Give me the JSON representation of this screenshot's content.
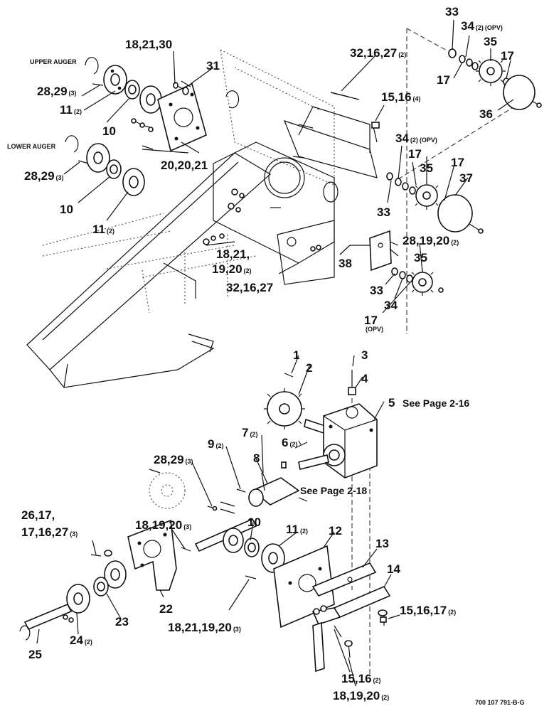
{
  "diagram": {
    "captions": {
      "upper_auger": "UPPER AUGER",
      "lower_auger": "LOWER AUGER"
    },
    "notes": {
      "see_page_2_16": "See Page 2-16",
      "see_page_2_18": "See Page 2-18",
      "drawing_number": "700 107 791-B-G"
    },
    "labels": [
      {
        "id": "l33top",
        "text": "33"
      },
      {
        "id": "l34top",
        "text": "34",
        "qty": "(2)",
        "suffix": "(OPV)"
      },
      {
        "id": "l35top",
        "text": "35"
      },
      {
        "id": "l17a",
        "text": "17"
      },
      {
        "id": "l17b",
        "text": "17"
      },
      {
        "id": "l36",
        "text": "36"
      },
      {
        "id": "l32a",
        "text": "32,16,27",
        "qty": "(2)"
      },
      {
        "id": "l15a",
        "text": "15,16",
        "qty": "(4)"
      },
      {
        "id": "l18a",
        "text": "18,21,30"
      },
      {
        "id": "l31",
        "text": "31"
      },
      {
        "id": "l28a",
        "text": "28,29",
        "qty": "(3)"
      },
      {
        "id": "l11a",
        "text": "11",
        "qty": "(2)"
      },
      {
        "id": "l10a",
        "text": "10"
      },
      {
        "id": "l20a",
        "text": "20,20,21"
      },
      {
        "id": "l28b",
        "text": "28,29",
        "qty": "(3)"
      },
      {
        "id": "l10b",
        "text": "10"
      },
      {
        "id": "l11b",
        "text": "11",
        "qty": "(2)"
      },
      {
        "id": "l34mid",
        "text": "34",
        "qty": "(2)",
        "suffix": "(OPV)"
      },
      {
        "id": "l17c",
        "text": "17"
      },
      {
        "id": "l35mid",
        "text": "35"
      },
      {
        "id": "l17d",
        "text": "17"
      },
      {
        "id": "l37",
        "text": "37"
      },
      {
        "id": "l33mid",
        "text": "33"
      },
      {
        "id": "l28c",
        "text": "28,19,20",
        "qty": "(2)"
      },
      {
        "id": "l18b1",
        "text": "18,21,"
      },
      {
        "id": "l18b2",
        "text": "19,20",
        "qty": "(2)"
      },
      {
        "id": "l38",
        "text": "38"
      },
      {
        "id": "l35low",
        "text": "35"
      },
      {
        "id": "l32b",
        "text": "32,16,27"
      },
      {
        "id": "l33low",
        "text": "33"
      },
      {
        "id": "l34low",
        "text": "34"
      },
      {
        "id": "l17e",
        "text": "17",
        "suffix": "(OPV)"
      },
      {
        "id": "l1",
        "text": "1"
      },
      {
        "id": "l2",
        "text": "2"
      },
      {
        "id": "l3",
        "text": "3"
      },
      {
        "id": "l4",
        "text": "4"
      },
      {
        "id": "l5",
        "text": "5"
      },
      {
        "id": "l7",
        "text": "7",
        "qty": "(2)"
      },
      {
        "id": "l6",
        "text": "6",
        "qty": "(2)"
      },
      {
        "id": "l9",
        "text": "9",
        "qty": "(2)"
      },
      {
        "id": "l8",
        "text": "8"
      },
      {
        "id": "l28d",
        "text": "28,29",
        "qty": "(3)"
      },
      {
        "id": "l26a",
        "text": "26,17,"
      },
      {
        "id": "l26b",
        "text": "17,16,27",
        "qty": "(3)"
      },
      {
        "id": "l18c",
        "text": "18,19,20",
        "qty": "(3)"
      },
      {
        "id": "l10c",
        "text": "10"
      },
      {
        "id": "l11c",
        "text": "11",
        "qty": "(2)"
      },
      {
        "id": "l12",
        "text": "12"
      },
      {
        "id": "l13",
        "text": "13"
      },
      {
        "id": "l14",
        "text": "14"
      },
      {
        "id": "l15b",
        "text": "15,16,17",
        "qty": "(2)"
      },
      {
        "id": "l22",
        "text": "22"
      },
      {
        "id": "l23",
        "text": "23"
      },
      {
        "id": "l18d",
        "text": "18,21,19,20",
        "qty": "(3)"
      },
      {
        "id": "l24",
        "text": "24",
        "qty": "(2)"
      },
      {
        "id": "l25",
        "text": "25"
      },
      {
        "id": "l15c",
        "text": "15,16",
        "qty": "(2)"
      },
      {
        "id": "l18e",
        "text": "18,19,20",
        "qty": "(2)"
      }
    ]
  }
}
